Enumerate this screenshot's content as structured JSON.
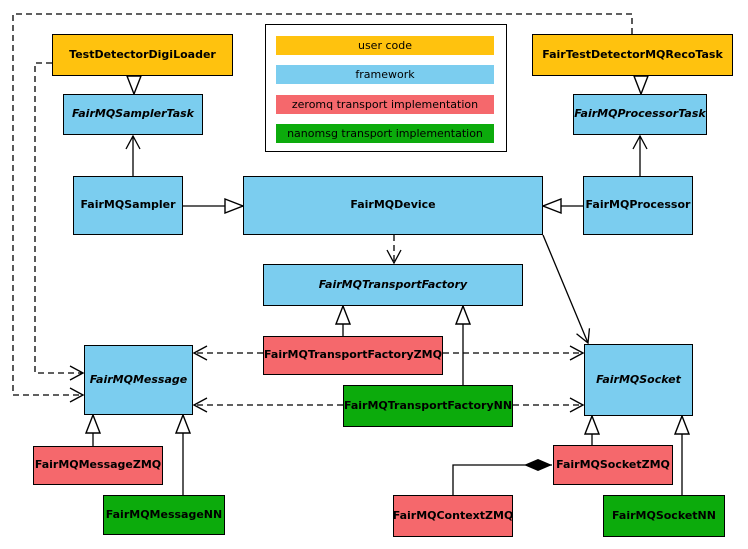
{
  "colors": {
    "user_code": "#FFC20E",
    "framework": "#7BCDEF",
    "zeromq": "#F5686C",
    "nanomsg": "#0CAB0C",
    "line": "#000000",
    "background": "#FFFFFF"
  },
  "diagram": {
    "legend": {
      "items": [
        {
          "label": "user code",
          "role": "user_code"
        },
        {
          "label": "framework",
          "role": "framework"
        },
        {
          "label": "zeromq transport implementation",
          "role": "zeromq"
        },
        {
          "label": "nanomsg transport implementation",
          "role": "nanomsg"
        }
      ]
    },
    "nodes": {
      "test_detector_digi_loader": {
        "label": "TestDetectorDigiLoader",
        "category": "user code",
        "abstract": false
      },
      "fair_test_detector_mq_reco_task": {
        "label": "FairTestDetectorMQRecoTask",
        "category": "user code",
        "abstract": false
      },
      "sampler_task": {
        "label": "FairMQSamplerTask",
        "category": "framework",
        "abstract": true
      },
      "processor_task": {
        "label": "FairMQProcessorTask",
        "category": "framework",
        "abstract": true
      },
      "sampler": {
        "label": "FairMQSampler",
        "category": "framework",
        "abstract": false
      },
      "device": {
        "label": "FairMQDevice",
        "category": "framework",
        "abstract": false
      },
      "processor": {
        "label": "FairMQProcessor",
        "category": "framework",
        "abstract": false
      },
      "transport_factory": {
        "label": "FairMQTransportFactory",
        "category": "framework",
        "abstract": true
      },
      "transport_factory_zmq": {
        "label": "FairMQTransportFactoryZMQ",
        "category": "zeromq transport implementation",
        "abstract": false
      },
      "transport_factory_nn": {
        "label": "FairMQTransportFactoryNN",
        "category": "nanomsg transport implementation",
        "abstract": false
      },
      "message": {
        "label": "FairMQMessage",
        "category": "framework",
        "abstract": true
      },
      "socket": {
        "label": "FairMQSocket",
        "category": "framework",
        "abstract": true
      },
      "message_zmq": {
        "label": "FairMQMessageZMQ",
        "category": "zeromq transport implementation",
        "abstract": false
      },
      "message_nn": {
        "label": "FairMQMessageNN",
        "category": "nanomsg transport implementation",
        "abstract": false
      },
      "context_zmq": {
        "label": "FairMQContextZMQ",
        "category": "zeromq transport implementation",
        "abstract": false
      },
      "socket_zmq": {
        "label": "FairMQSocketZMQ",
        "category": "zeromq transport implementation",
        "abstract": false
      },
      "socket_nn": {
        "label": "FairMQSocketNN",
        "category": "nanomsg transport implementation",
        "abstract": false
      }
    },
    "relationships": [
      {
        "from": "TestDetectorDigiLoader",
        "to": "FairMQSamplerTask",
        "type": "inheritance"
      },
      {
        "from": "FairTestDetectorMQRecoTask",
        "to": "FairMQProcessorTask",
        "type": "inheritance"
      },
      {
        "from": "FairMQSampler",
        "to": "FairMQDevice",
        "type": "inheritance"
      },
      {
        "from": "FairMQProcessor",
        "to": "FairMQDevice",
        "type": "inheritance"
      },
      {
        "from": "FairMQSampler",
        "to": "FairMQSamplerTask",
        "type": "association"
      },
      {
        "from": "FairMQProcessor",
        "to": "FairMQProcessorTask",
        "type": "association"
      },
      {
        "from": "FairMQDevice",
        "to": "FairMQSocket",
        "type": "association"
      },
      {
        "from": "FairMQDevice",
        "to": "FairMQTransportFactory",
        "type": "dependency"
      },
      {
        "from": "TestDetectorDigiLoader",
        "to": "FairMQMessage",
        "type": "dependency"
      },
      {
        "from": "FairTestDetectorMQRecoTask",
        "to": "FairMQMessage",
        "type": "dependency"
      },
      {
        "from": "FairMQTransportFactoryZMQ",
        "to": "FairMQTransportFactory",
        "type": "inheritance"
      },
      {
        "from": "FairMQTransportFactoryNN",
        "to": "FairMQTransportFactory",
        "type": "inheritance"
      },
      {
        "from": "FairMQTransportFactoryZMQ",
        "to": "FairMQMessage",
        "type": "dependency"
      },
      {
        "from": "FairMQTransportFactoryZMQ",
        "to": "FairMQSocket",
        "type": "dependency"
      },
      {
        "from": "FairMQTransportFactoryNN",
        "to": "FairMQMessage",
        "type": "dependency"
      },
      {
        "from": "FairMQTransportFactoryNN",
        "to": "FairMQSocket",
        "type": "dependency"
      },
      {
        "from": "FairMQMessageZMQ",
        "to": "FairMQMessage",
        "type": "inheritance"
      },
      {
        "from": "FairMQMessageNN",
        "to": "FairMQMessage",
        "type": "inheritance"
      },
      {
        "from": "FairMQSocketZMQ",
        "to": "FairMQSocket",
        "type": "inheritance"
      },
      {
        "from": "FairMQSocketNN",
        "to": "FairMQSocket",
        "type": "inheritance"
      },
      {
        "from": "FairMQContextZMQ",
        "to": "FairMQSocketZMQ",
        "type": "composition"
      }
    ]
  }
}
